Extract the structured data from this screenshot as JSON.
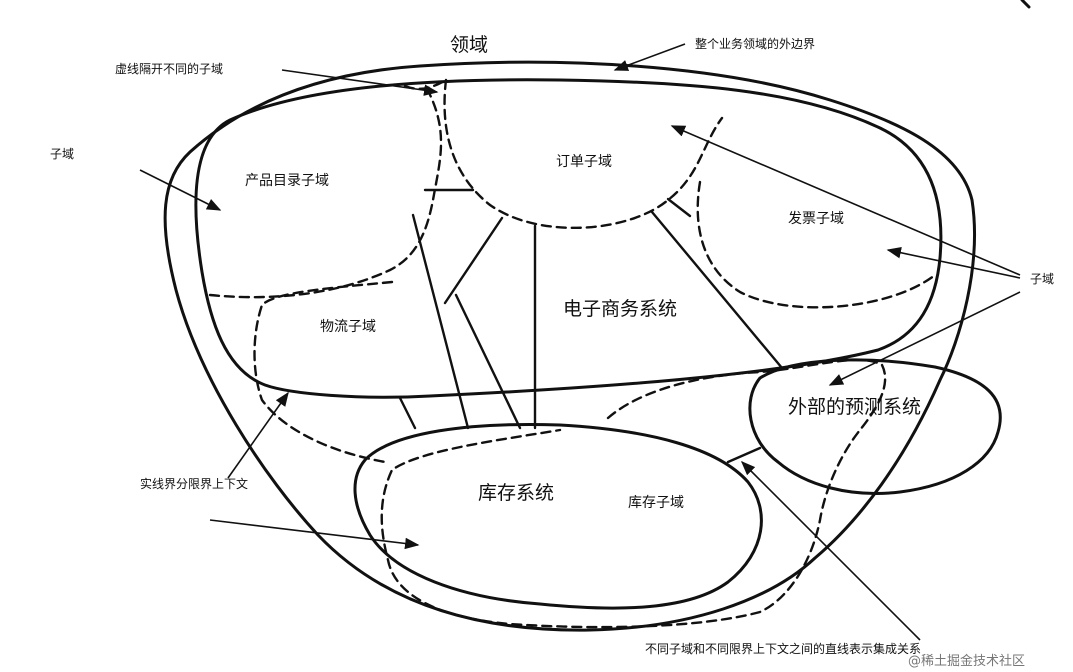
{
  "labels": {
    "domain": "领域",
    "outer_boundary": "整个业务领域的外边界",
    "dashed_separator": "虚线隔开不同的子域",
    "subdomain_left": "子域",
    "subdomain_right": "子域",
    "product_catalog": "产品目录子域",
    "order": "订单子域",
    "invoice": "发票子域",
    "ecommerce_system": "电子商务系统",
    "logistics": "物流子域",
    "forecast_system": "外部的预测系统",
    "bounded_context": "实线界分限界上下文",
    "inventory_system": "库存系统",
    "inventory_subdomain": "库存子域",
    "integration_note": "不同子域和不同限界上下文之间的直线表示集成关系"
  },
  "watermark": "@稀土掘金技术社区"
}
